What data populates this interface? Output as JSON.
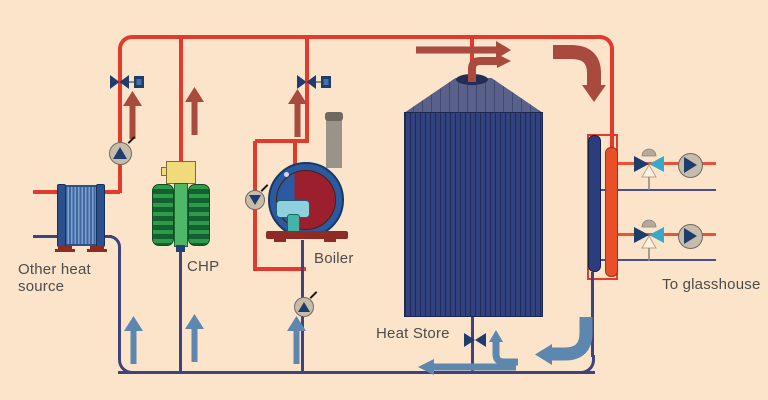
{
  "labels": {
    "other_heat_source": {
      "line1": "Other heat",
      "line2": "source"
    },
    "chp": "CHP",
    "boiler": "Boiler",
    "heat_store": "Heat Store",
    "to_glasshouse": "To glasshouse"
  },
  "colors": {
    "background": "#fbe4ca",
    "supply_pipe_red": "#e23a2b",
    "circuit_red": "#e8543a",
    "return_pipe_blue": "#3e4380",
    "circuit_blue": "#4a4e88",
    "hot_flow_arrow": "#a84a3e",
    "cool_flow_arrow": "#5d87ae",
    "valve_navy": "#1e3c6e",
    "valve_teal": "#3aa9c9",
    "tank_blue": "#32427e",
    "chp_yellow": "#f0da7c",
    "chp_green": "#1e7c36",
    "boiler_blue": "#2b5aa0",
    "boiler_red": "#9c1f2e",
    "manifold_hot": "#e8502a",
    "manifold_cold": "#2c3d7c"
  }
}
